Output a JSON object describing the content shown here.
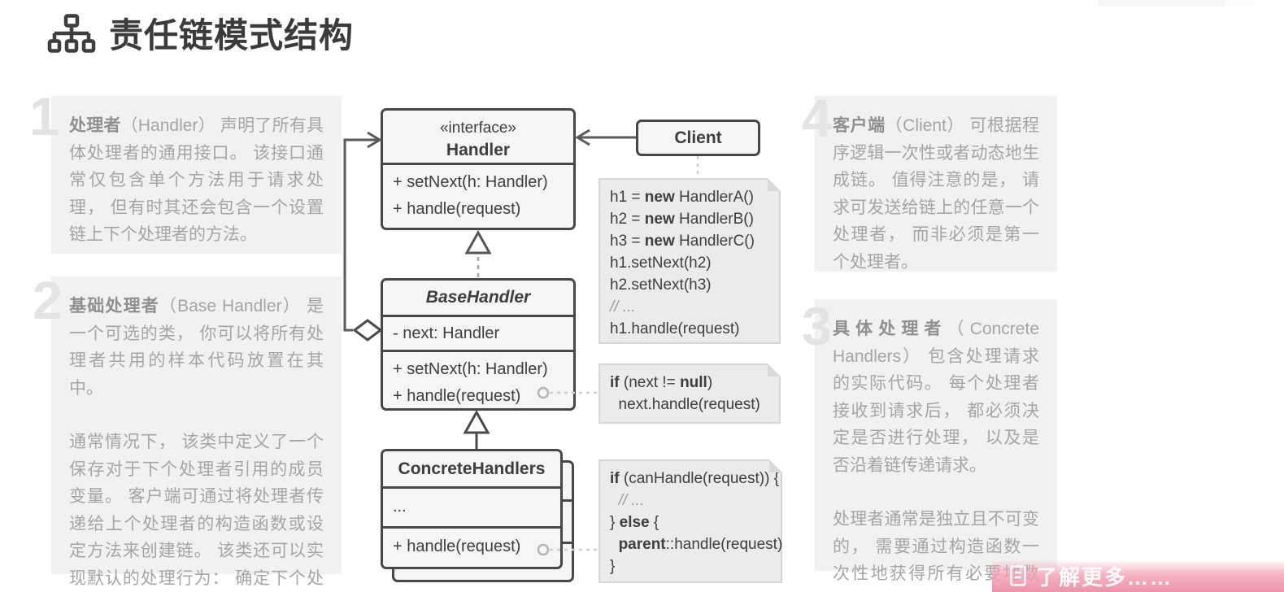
{
  "header": {
    "title": "责任链模式结构",
    "icon": "structure-icon"
  },
  "colors": {
    "accent_pink": "#ee94aa",
    "box_border": "#474747",
    "note_bg": "#ebebeb",
    "block_bg": "#f1f1f1",
    "muted_text": "#a5a5a5",
    "dark_text": "#3e3e3e"
  },
  "annotations": [
    {
      "number": "1",
      "lead": "处理者",
      "paragraphs": [
        "（Handler） 声明了所有具体处理者的通用接口。 该接口通常仅包含单个方法用于请求处理， 但有时其还会包含一个设置链上下个处理者的方法。"
      ]
    },
    {
      "number": "2",
      "lead": "基础处理者",
      "paragraphs": [
        "（Base Handler） 是一个可选的类， 你可以将所有处理者共用的样本代码放置在其中。",
        "通常情况下， 该类中定义了一个保存对于下个处理者引用的成员变量。 客户端可通过将处理者传递给上个处理者的构造函数或设定方法来创建链。 该类还可以实现默认的处理行为： 确定下个处理者存在后再将请求传递给它。"
      ]
    },
    {
      "number": "3",
      "lead": "具体处理者",
      "paragraphs": [
        "（Concrete Handlers） 包含处理请求的实际代码。 每个处理者接收到请求后， 都必须决定是否进行处理， 以及是否沿着链传递请求。",
        "处理者通常是独立且不可变的， 需要通过构造函数一次性地获得所有必要地数据。"
      ]
    },
    {
      "number": "4",
      "lead": "客户端",
      "paragraphs": [
        "（Client） 可根据程序逻辑一次性或者动态地生成链。 值得注意的是， 请求可发送给链上的任意一个处理者， 而非必须是第一个处理者。"
      ]
    }
  ],
  "diagram": {
    "client": {
      "name": "Client"
    },
    "interface": {
      "stereotype": "«interface»",
      "name": "Handler",
      "methods": [
        "+ setNext(h: Handler)",
        "+ handle(request)"
      ]
    },
    "base": {
      "name": "BaseHandler",
      "field": "- next: Handler",
      "methods": [
        "+ setNext(h: Handler)",
        "+ handle(request)"
      ]
    },
    "concrete": {
      "name": "ConcreteHandlers",
      "field": "...",
      "methods": [
        "+ handle(request)"
      ]
    },
    "relations": [
      "client-depends-on-handler",
      "base-realizes-handler",
      "concrete-extends-base",
      "base-aggregates-handler-as-next"
    ]
  },
  "notes": {
    "client_code": {
      "lines": [
        [
          {
            "t": "h1 = "
          },
          {
            "t": "new",
            "b": 1
          },
          {
            "t": " HandlerA()"
          }
        ],
        [
          {
            "t": "h2 = "
          },
          {
            "t": "new",
            "b": 1
          },
          {
            "t": " HandlerB()"
          }
        ],
        [
          {
            "t": "h3 = "
          },
          {
            "t": "new",
            "b": 1
          },
          {
            "t": " HandlerC()"
          }
        ],
        [
          {
            "t": "h1.setNext(h2)"
          }
        ],
        [
          {
            "t": "h2.setNext(h3)"
          }
        ],
        [
          {
            "t": "// ...",
            "i": 1
          }
        ],
        [
          {
            "t": "h1.handle(request)"
          }
        ]
      ]
    },
    "base_handle_code": {
      "lines": [
        [
          {
            "t": "if",
            "b": 1
          },
          {
            "t": " (next != "
          },
          {
            "t": "null",
            "b": 1
          },
          {
            "t": ")"
          }
        ],
        [
          {
            "t": "  next.handle(request)"
          }
        ]
      ]
    },
    "concrete_handle_code": {
      "lines": [
        [
          {
            "t": "if",
            "b": 1
          },
          {
            "t": " (canHandle(request)) {"
          }
        ],
        [
          {
            "t": "  "
          },
          {
            "t": "// ...",
            "i": 1
          }
        ],
        [
          {
            "t": "} "
          },
          {
            "t": "else",
            "b": 1
          },
          {
            "t": " {"
          }
        ],
        [
          {
            "t": "  "
          },
          {
            "t": "parent",
            "b": 1
          },
          {
            "t": "::handle(request)"
          }
        ],
        [
          {
            "t": "}"
          }
        ]
      ]
    }
  },
  "banner": {
    "label": "了解更多……",
    "icon": "document-icon"
  }
}
